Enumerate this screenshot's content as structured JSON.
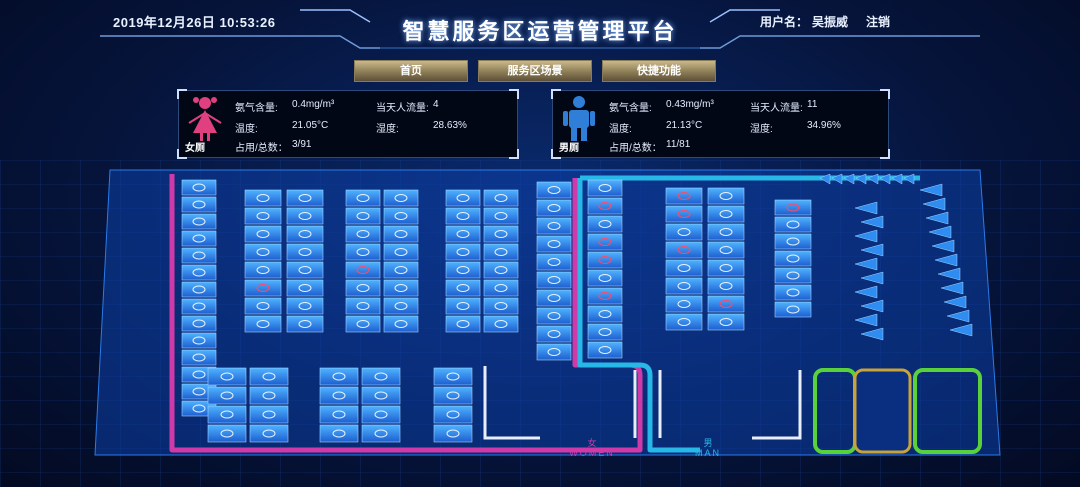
{
  "header": {
    "datetime": "2019年12月26日 10:53:26",
    "title": "智慧服务区运营管理平台",
    "user_label": "用户名：",
    "user_name": "吴振威",
    "logout": "注销"
  },
  "nav": [
    {
      "label": "首页"
    },
    {
      "label": "服务区场景"
    },
    {
      "label": "快捷功能"
    }
  ],
  "female_panel": {
    "tag": "女厕",
    "ammonia_label": "氨气含量:",
    "ammonia_value": "0.4mg/m³",
    "flow_label": "当天人流量:",
    "flow_value": "4",
    "temp_label": "温度:",
    "temp_value": "21.05°C",
    "humidity_label": "湿度:",
    "humidity_value": "28.63%",
    "occupancy_label": "占用/总数：",
    "occupancy_value": "3/91",
    "accent": "#e0407f"
  },
  "male_panel": {
    "tag": "男厕",
    "ammonia_label": "氨气含量:",
    "ammonia_value": "0.43mg/m³",
    "flow_label": "当天人流量:",
    "flow_value": "11",
    "temp_label": "温度:",
    "temp_value": "21.13°C",
    "humidity_label": "湿度:",
    "humidity_value": "34.96%",
    "occupancy_label": "占用/总数：",
    "occupancy_value": "11/81",
    "accent": "#2f7fd8"
  },
  "floor": {
    "women_cn": "女",
    "women_en": "WOMEN",
    "men_cn": "男",
    "men_en": "MAN",
    "women_color": "#d03aa8",
    "men_color": "#27b8e8",
    "family_color": "#58d13a"
  }
}
